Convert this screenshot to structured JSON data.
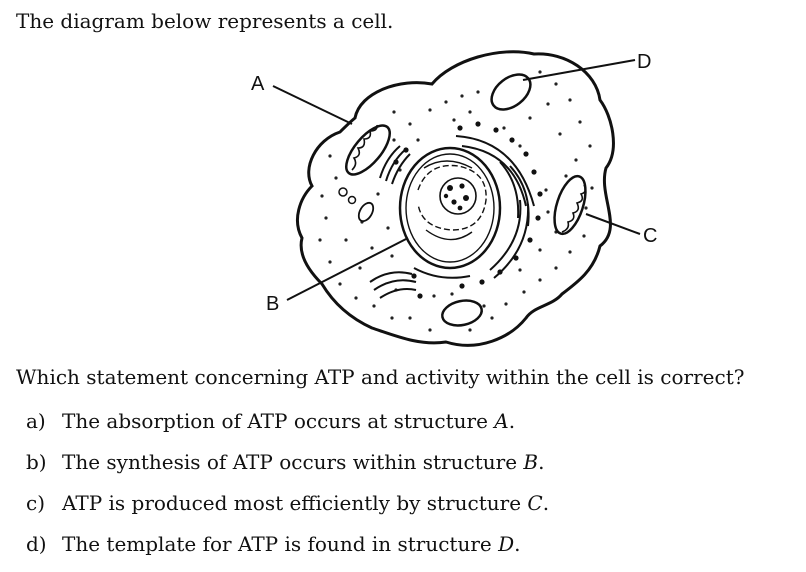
{
  "intro": "The diagram below represents a cell.",
  "diagram": {
    "labels": {
      "a": "A",
      "b": "B",
      "c": "C",
      "d": "D"
    }
  },
  "question": "Which statement concerning ATP and activity within the cell is correct?",
  "choices": [
    {
      "letter": "a)",
      "text": "The absorption of ATP occurs at structure",
      "structure": "A",
      "end": "."
    },
    {
      "letter": "b)",
      "text": "The synthesis of ATP occurs within structure",
      "structure": "B",
      "end": "."
    },
    {
      "letter": "c)",
      "text": "ATP is produced most efficiently by structure",
      "structure": "C",
      "end": "."
    },
    {
      "letter": "d)",
      "text": "The template for ATP is found in structure",
      "structure": "D",
      "end": "."
    }
  ]
}
